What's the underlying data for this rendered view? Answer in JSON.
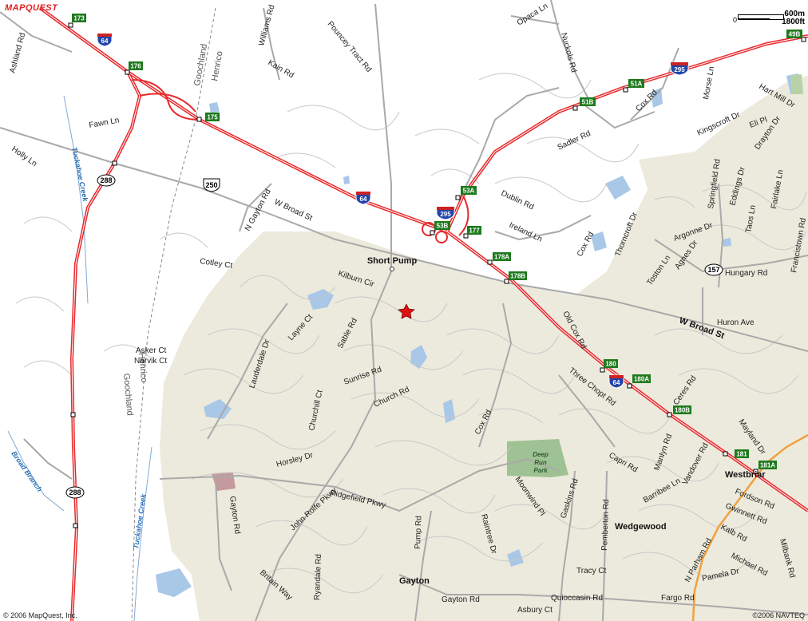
{
  "brand": "MAPQUEST",
  "copyright_left": "© 2006 MapQuest, Inc.",
  "copyright_right": "©2006 NAVTEQ",
  "scale": {
    "zero": "0",
    "metric": "600m",
    "imperial": "1800ft"
  },
  "colors": {
    "land": "#ffffff",
    "urban": "#eceadc",
    "water": "#a9c7e7",
    "park": "#9fc294",
    "interstate": "#e8292c",
    "major_road": "#a9a9a9",
    "minor_road": "#c8c8c8",
    "orange_route": "#f0a040",
    "exit_badge": "#1d7a1d",
    "interstate_shield": "#2244aa",
    "marker": "#e01010"
  },
  "icons": {
    "location_marker": "star-icon",
    "interstate": "interstate-shield-icon",
    "us_route": "us-route-shield-icon",
    "state_route": "state-route-oval-icon"
  },
  "places": [
    {
      "id": "short-pump",
      "name": "Short Pump"
    },
    {
      "id": "westbriar",
      "name": "Westbriar"
    },
    {
      "id": "wedgewood",
      "name": "Wedgewood"
    },
    {
      "id": "gayton",
      "name": "Gayton"
    }
  ],
  "counties": {
    "goochland_top": "Goochland",
    "henrico_top": "Henrico",
    "henrico_bottom": "Henrico",
    "goochland_bottom": "Goochland"
  },
  "water_labels": {
    "tuckahoe_creek_1": "Tuckahoe Creek",
    "tuckahoe_creek_2": "Tuckahoe Creek",
    "broad_branch": "Broad Branch"
  },
  "park": {
    "line1": "Deep",
    "line2": "Run",
    "line3": "Park"
  },
  "interstates": {
    "i64_a": "64",
    "i64_b": "64",
    "i64_c": "64",
    "i295_a": "295",
    "i295_b": "295"
  },
  "us_routes": {
    "us250": "250"
  },
  "state_routes": {
    "sr288_a": "288",
    "sr288_b": "288",
    "sr157": "157"
  },
  "exits": {
    "e173": "173",
    "e176": "176",
    "e175": "175",
    "e177": "177",
    "e178a": "178A",
    "e178b": "178B",
    "e180": "180",
    "e180a": "180A",
    "e180b": "180B",
    "e181": "181",
    "e181a": "181A",
    "e53a": "53A",
    "e53b": "53B",
    "e51b": "51B",
    "e51a": "51A",
    "e49b": "49B"
  },
  "roads": {
    "ashland_rd": "Ashland Rd",
    "williams_rd": "Williams Rd",
    "kain_rd": "Kain Rd",
    "pouncey_tract_rd": "Pouncey Tract Rd",
    "opaca_ln": "Opaca Ln",
    "nuckols_rd": "Nuckols Rd",
    "cox_rd_ne": "Cox Rd",
    "sadler_rd": "Sadler Rd",
    "morse_ln": "Morse Ln",
    "hart_mill_dr": "Hart Mill Dr",
    "eli_pl": "Eli Pl",
    "kingscroft_dr": "Kingscroft Dr",
    "drayton_dr": "Drayton Dr",
    "springfield_rd": "Springfield Rd",
    "eddings_dr": "Eddings Dr",
    "fairlake_ln": "Fairlake Ln",
    "taos_ln": "Taos Ln",
    "francistown_rd": "Francistown Rd",
    "fawn_ln": "Fawn Ln",
    "holly_ln": "Holly Ln",
    "dublin_rd": "Dublin Rd",
    "ireland_ln": "Ireland Ln",
    "cox_rd_mid": "Cox Rd",
    "thorncroft_dr": "Thorncroft Dr",
    "argonne_dr": "Argonne Dr",
    "toston_ln": "Toston Ln",
    "agnes_dr": "Agnes Dr",
    "hungary_rd": "Hungary Rd",
    "w_broad_st_w": "W Broad St",
    "n_gayton_rd": "N Gayton Rd",
    "cotley_ct": "Cotley Ct",
    "kilburn_cir": "Kilburn Cir",
    "old_cox_rd": "Old Cox Rd",
    "huron_ave": "Huron Ave",
    "w_broad_st_e": "W Broad St",
    "asker_ct": "Asker Ct",
    "narvik_ct": "Narvik Ct",
    "layne_ct": "Layne Ct",
    "lauderdale_dr": "Lauderdale Dr",
    "sable_rd": "Sable Rd",
    "sunrise_rd": "Sunrise Rd",
    "church_rd": "Church Rd",
    "churchill_ct": "Churchill Ct",
    "three_chopt_rd": "Three Chopt Rd",
    "ceres_rd": "Ceres Rd",
    "mayland_dr": "Mayland Dr",
    "cox_rd_s": "Cox Rd",
    "horsley_dr": "Horsley Dr",
    "capri_rd": "Capri Rd",
    "manlyn_rd": "Manlyn Rd",
    "vandover_rd": "Vandover Rd",
    "barribee_ln": "Barribee Ln",
    "fordson_rd": "Fordson Rd",
    "gwinnett_rd": "Gwinnett Rd",
    "kalb_rd": "Kalb Rd",
    "john_rolfe_pkwy": "John Rolfe Pkwy",
    "ridgefield_pkwy": "Ridgefield Pkwy",
    "gayton_rd_w": "Gayton Rd",
    "moonwind_pl": "Moonwind Pl",
    "gaskins_rd": "Gaskins Rd",
    "raintree_dr": "Raintree Dr",
    "pump_rd": "Pump Rd",
    "pemberton_rd": "Pemberton Rd",
    "n_parham_rd": "N Parham Rd",
    "milbank_rd": "Milbank Rd",
    "michael_rd": "Michael Rd",
    "pamela_dr": "Pamela Dr",
    "tracy_ct": "Tracy Ct",
    "britain_way": "Britain Way",
    "ryandale_rd": "Ryandale Rd",
    "gayton_rd_s": "Gayton Rd",
    "quioccasin_rd": "Quioccasin Rd",
    "fargo_rd": "Fargo Rd",
    "asbury_ct": "Asbury Ct"
  }
}
